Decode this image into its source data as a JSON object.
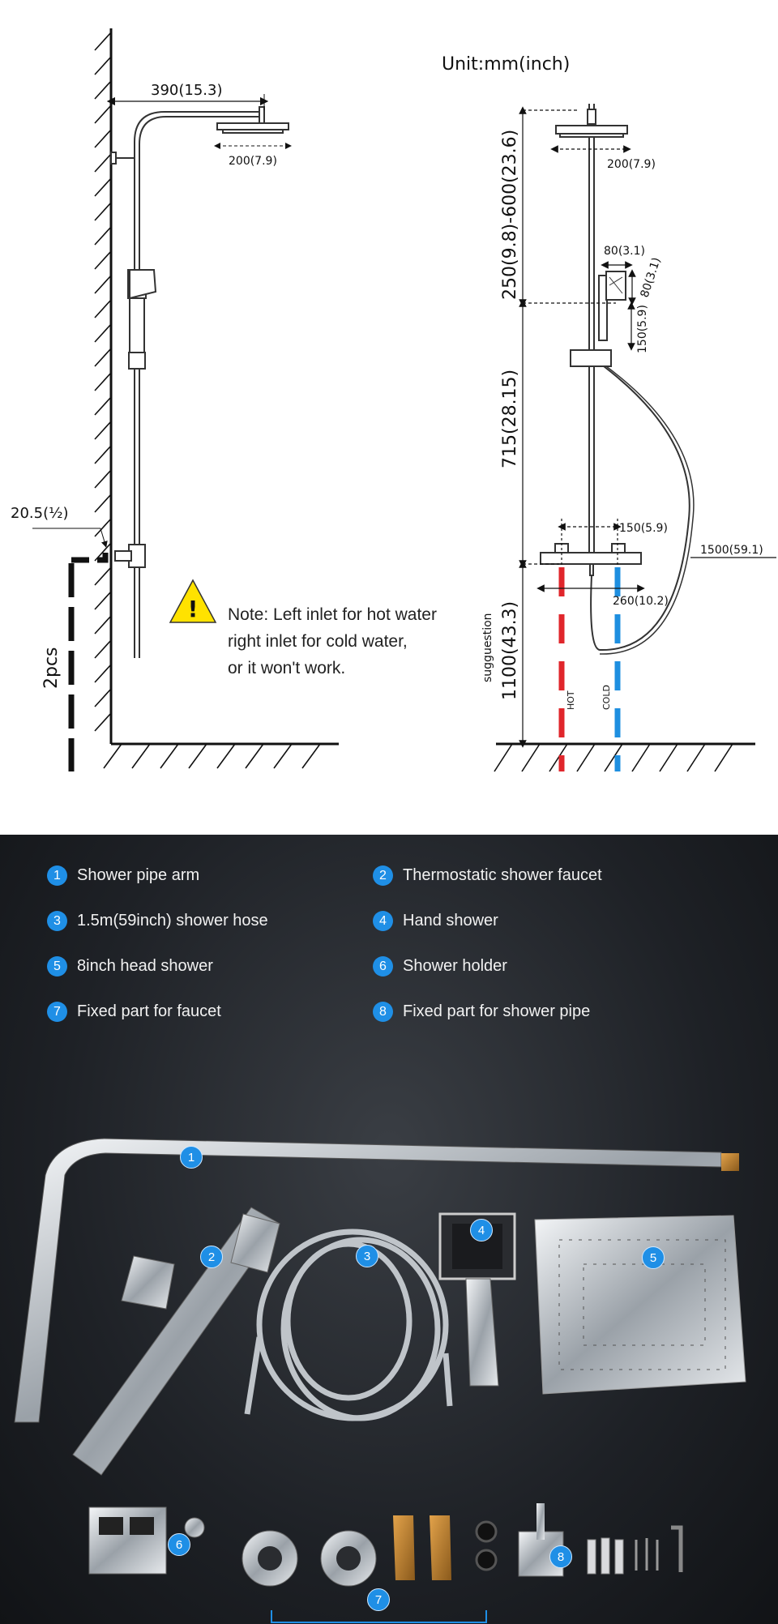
{
  "diagram": {
    "unit_label": "Unit:mm(inch)",
    "left": {
      "arm_length": "390(15.3)",
      "head_width": "200(7.9)",
      "inlet_offset": "20.5(½)",
      "inlet_count": "2pcs"
    },
    "right": {
      "head_width": "200(7.9)",
      "head_height_range": "250(9.8)-600(23.6)",
      "hand_width": "80(3.1)",
      "hand_depth": "80(3.1)",
      "hand_length": "150(5.9)",
      "holder_to_faucet": "715(28.15)",
      "faucet_center": "150(5.9)",
      "hose_length": "1500(59.1)",
      "faucet_width": "260(10.2)",
      "suggestion_label": "sugguestion",
      "install_height": "1100(43.3)",
      "hot_label": "HOT",
      "cold_label": "COLD"
    },
    "note": {
      "line1": "Note: Left inlet for hot water",
      "line2": "right inlet for cold water,",
      "line3": "or it won't work."
    },
    "colors": {
      "hot": "#e0262b",
      "cold": "#1e8fe0",
      "warning": "#ffe200"
    }
  },
  "parts_legend": [
    {
      "num": "1",
      "label": "Shower pipe arm"
    },
    {
      "num": "2",
      "label": "Thermostatic shower faucet"
    },
    {
      "num": "3",
      "label": "1.5m(59inch) shower hose"
    },
    {
      "num": "4",
      "label": "Hand shower"
    },
    {
      "num": "5",
      "label": "8inch head shower"
    },
    {
      "num": "6",
      "label": "Shower holder"
    },
    {
      "num": "7",
      "label": "Fixed part for faucet"
    },
    {
      "num": "8",
      "label": "Fixed part for shower pipe"
    }
  ],
  "photo_badges": [
    "1",
    "2",
    "3",
    "4",
    "5",
    "6",
    "7",
    "8"
  ],
  "accent_color": "#1f8fe6"
}
